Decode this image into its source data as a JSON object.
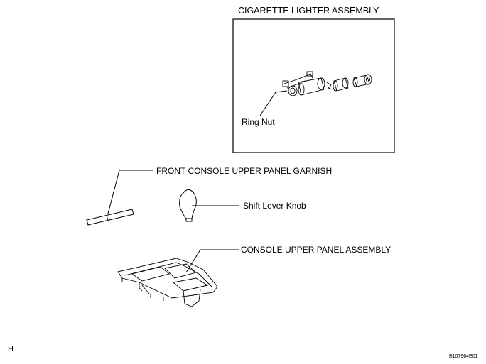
{
  "labels": {
    "cigarette_lighter_assembly": "CIGARETTE LIGHTER ASSEMBLY",
    "ring_nut": "Ring Nut",
    "front_console_upper_panel_garnish": "FRONT CONSOLE UPPER PANEL GARNISH",
    "shift_lever_knob": "Shift Lever Knob",
    "console_upper_panel_assembly": "CONSOLE UPPER PANEL ASSEMBLY"
  },
  "footer": {
    "left_code": "H",
    "figure_id": "B107964E01"
  }
}
